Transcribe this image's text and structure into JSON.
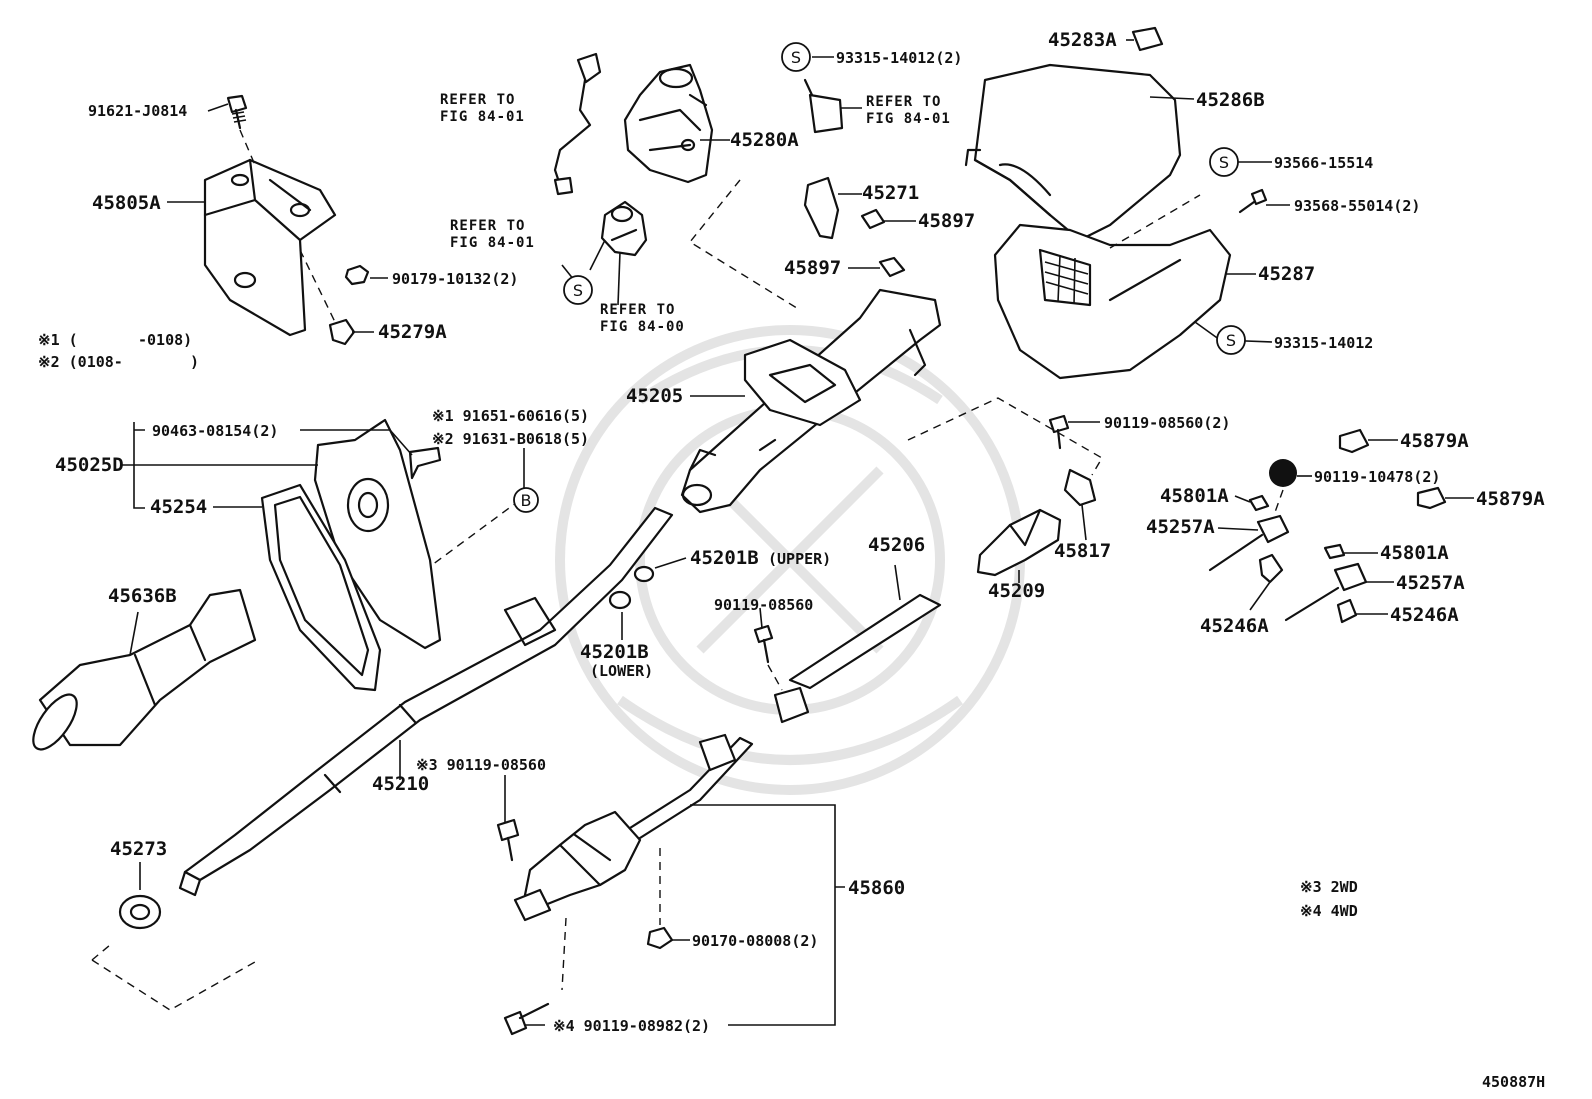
{
  "diagram_id": "450887H",
  "notes": {
    "n1_prefix": "※1 (",
    "n1_range": "-0108)",
    "n2_prefix": "※2 (0108-",
    "n2_suffix": ")",
    "n3": "※3  2WD",
    "n4": "※4  4WD"
  },
  "refs": {
    "refer_to": "REFER TO",
    "fig_84_01": "FIG 84-01",
    "fig_84_00": "FIG 84-00"
  },
  "parts": {
    "p91621_J0814": "91621-J0814",
    "p45805A": "45805A",
    "p90179_10132": "90179-10132(2)",
    "p45279A": "45279A",
    "p45280A": "45280A",
    "p93315_14012_2": "93315-14012(2)",
    "p45283A": "45283A",
    "p45286B": "45286B",
    "p93566_15514": "93566-15514",
    "p93568_55014": "93568-55014(2)",
    "p45287": "45287",
    "p93315_14012": "93315-14012",
    "p45271": "45271",
    "p45897a": "45897",
    "p45897b": "45897",
    "p45205": "45205",
    "p90463_08154": "90463-08154(2)",
    "p45025D": "45025D",
    "p45254": "45254",
    "p91651_60616": "※1 91651-60616(5)",
    "p91631_B0618": "※2 91631-B0618(5)",
    "circle_b": "B",
    "p45201B_upper": "45201B",
    "p45201B_upper_sub": "(UPPER)",
    "p45201B_lower": "45201B",
    "p45201B_lower_sub": "(LOWER)",
    "p90119_08560_a": "90119-08560",
    "p45206": "45206",
    "p45209": "45209",
    "p45817": "45817",
    "p90119_08560_2": "90119-08560(2)",
    "p45879A_a": "45879A",
    "p45879A_b": "45879A",
    "p90119_10478": "90119-10478(2)",
    "p45801A_a": "45801A",
    "p45801A_b": "45801A",
    "p45257A_a": "45257A",
    "p45257A_b": "45257A",
    "p45246A_a": "45246A",
    "p45246A_b": "45246A",
    "p45636B": "45636B",
    "p45210": "45210",
    "p90119_08560_n3": "※3 90119-08560",
    "p45273": "45273",
    "p45860": "45860",
    "p90170_08008": "90170-08008(2)",
    "p90119_08982": "※4 90119-08982(2)",
    "s_symbol": "S"
  }
}
